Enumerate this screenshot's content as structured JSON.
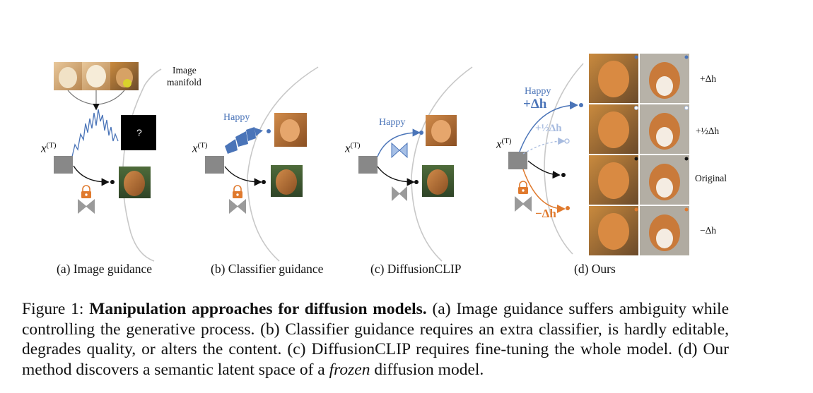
{
  "panels": {
    "a": {
      "caption": "(a) Image guidance",
      "manifold_label_1": "Image",
      "manifold_label_2": "manifold",
      "xT": "x",
      "xT_sup": "(T)",
      "unknown": "?"
    },
    "b": {
      "caption": "(b) Classifier guidance",
      "happy": "Happy",
      "xT": "x",
      "xT_sup": "(T)"
    },
    "c": {
      "caption": "(c) DiffusionCLIP",
      "happy": "Happy",
      "xT": "x",
      "xT_sup": "(T)"
    },
    "d": {
      "caption": "(d) Ours",
      "happy": "Happy",
      "plus_dh": "+Δh",
      "half_dh": "+½Δh",
      "minus_dh": "−Δh",
      "xT": "x",
      "xT_sup": "(T)",
      "row_labels": [
        "+Δh",
        "+½Δh",
        "Original",
        "−Δh"
      ]
    }
  },
  "caption": {
    "prefix": "Figure 1:  ",
    "title": "Manipulation approaches for diffusion models.",
    "body_1": " (a) Image guidance suffers ambiguity while controlling the generative process. (b) Classifier guidance requires an extra classifier, is hardly editable, degrades quality, or alters the content. (c) DiffusionCLIP requires fine-tuning the whole model. (d) Our method discovers a semantic latent space of a ",
    "frozen": "frozen",
    "body_2": " diffusion model."
  },
  "colors": {
    "blue": "#4a74b8",
    "light_blue": "#a7bbdf",
    "orange": "#e07a2e",
    "gray": "#8a8a8a",
    "manifold": "#c8c8c8"
  }
}
